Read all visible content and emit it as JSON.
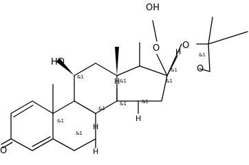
{
  "atoms": {
    "o_ketone": "O",
    "oh_c11": "HO",
    "o_peroxy_1": "O",
    "o_peroxy_2": "OH",
    "o_acetal_1": "O",
    "o_acetal_2": "O"
  },
  "hydrogens": [
    "H",
    "H",
    "H",
    "H",
    "H"
  ],
  "stereo": [
    "&1",
    "&1",
    "&1",
    "&1",
    "&1",
    "&1",
    "&1",
    "&1",
    "&1",
    "&1"
  ]
}
